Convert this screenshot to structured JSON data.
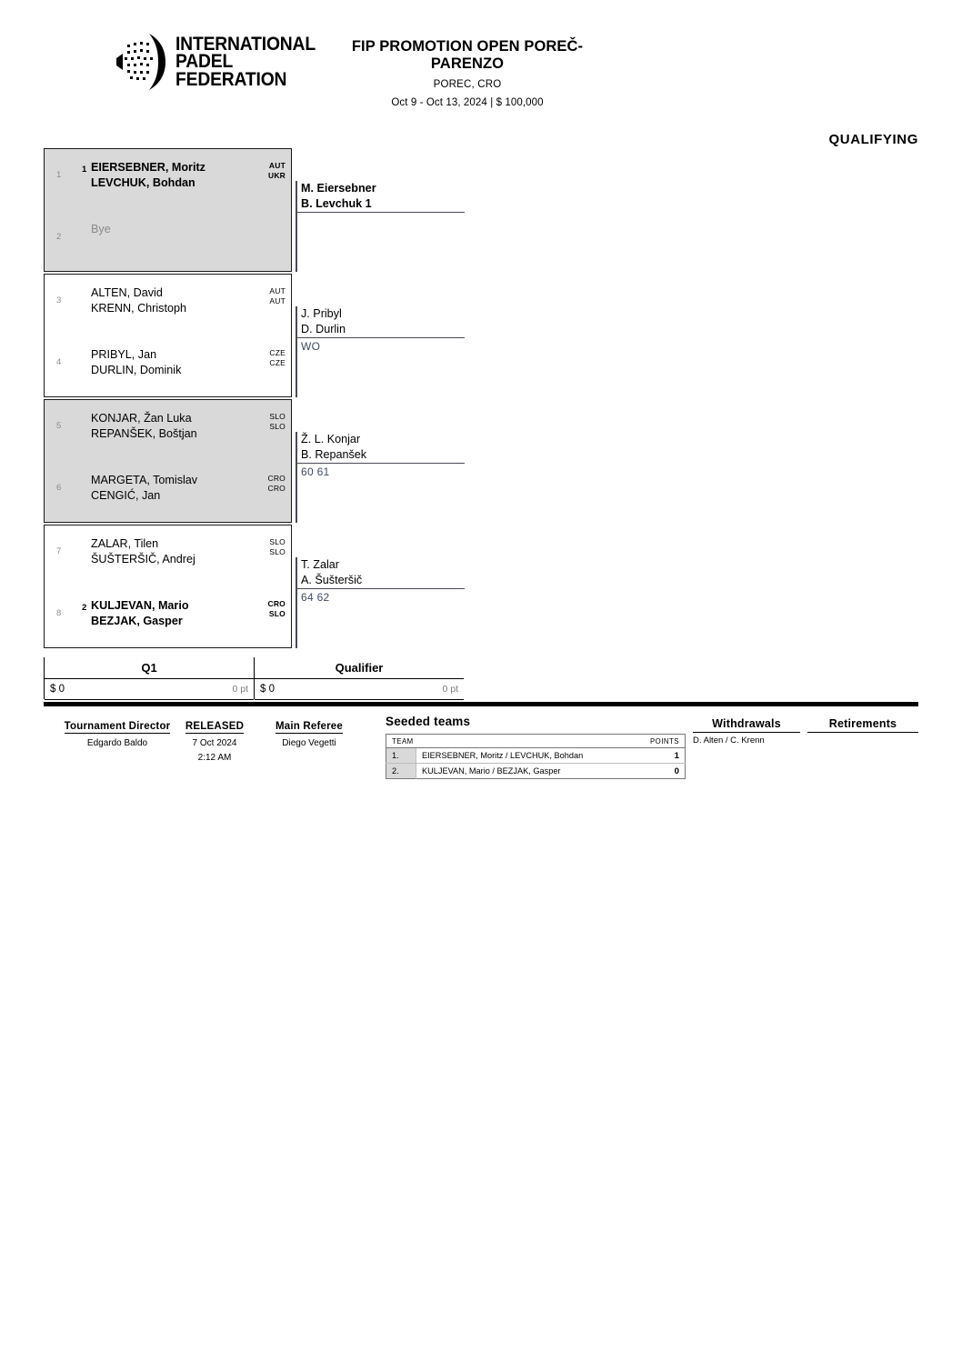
{
  "header": {
    "logo_line1": "INTERNATIONAL",
    "logo_line2": "PADEL",
    "logo_line3": "FEDERATION",
    "title": "FIP PROMOTION OPEN POREČ-PARENZO",
    "location": "POREC, CRO",
    "dates": "Oct 9 - Oct 13, 2024  |  $ 100,000",
    "section_label": "QUALIFYING"
  },
  "draw": {
    "groups": [
      {
        "shaded": true,
        "slots": [
          {
            "num": "1",
            "seed": "1",
            "bold": true,
            "bye": false,
            "player1": "EIERSEBNER, Moritz",
            "player2": "LEVCHUK, Bohdan",
            "country1": "AUT",
            "country2": "UKR"
          },
          {
            "num": "2",
            "seed": "",
            "bold": false,
            "bye": true,
            "player1": "Bye",
            "player2": "",
            "country1": "",
            "country2": ""
          }
        ],
        "winner": {
          "bold": true,
          "name1": "M. Eiersebner",
          "name2": "B. Levchuk  1",
          "score": ""
        }
      },
      {
        "shaded": false,
        "slots": [
          {
            "num": "3",
            "seed": "",
            "bold": false,
            "bye": false,
            "player1": "ALTEN, David",
            "player2": "KRENN, Christoph",
            "country1": "AUT",
            "country2": "AUT"
          },
          {
            "num": "4",
            "seed": "",
            "bold": false,
            "bye": false,
            "player1": "PRIBYL, Jan",
            "player2": "DURLIN, Dominik",
            "country1": "CZE",
            "country2": "CZE"
          }
        ],
        "winner": {
          "bold": false,
          "name1": "J. Pribyl",
          "name2": "D. Durlin",
          "score": "WO"
        }
      },
      {
        "shaded": true,
        "slots": [
          {
            "num": "5",
            "seed": "",
            "bold": false,
            "bye": false,
            "player1": "KONJAR, Žan Luka",
            "player2": "REPANŠEK, Boštjan",
            "country1": "SLO",
            "country2": "SLO"
          },
          {
            "num": "6",
            "seed": "",
            "bold": false,
            "bye": false,
            "player1": "MARGETA, Tomislav",
            "player2": "CENGIĆ, Jan",
            "country1": "CRO",
            "country2": "CRO"
          }
        ],
        "winner": {
          "bold": false,
          "name1": "Ž. L. Konjar",
          "name2": "B. Repanšek",
          "score": "60 61"
        }
      },
      {
        "shaded": false,
        "slots": [
          {
            "num": "7",
            "seed": "",
            "bold": false,
            "bye": false,
            "player1": "ZALAR, Tilen",
            "player2": "ŠUŠTERŠIČ, Andrej",
            "country1": "SLO",
            "country2": "SLO"
          },
          {
            "num": "8",
            "seed": "2",
            "bold": true,
            "bye": false,
            "player1": "KULJEVAN, Mario",
            "player2": "BEZJAK, Gasper",
            "country1": "CRO",
            "country2": "SLO"
          }
        ],
        "winner": {
          "bold": false,
          "name1": "T. Zalar",
          "name2": "A. Šušteršič",
          "score": "64 62"
        }
      }
    ]
  },
  "prize": {
    "columns": [
      {
        "round": "Q1",
        "money": "$ 0",
        "points": "0 pt"
      },
      {
        "round": "Qualifier",
        "money": "$ 0",
        "points": "0 pt"
      }
    ]
  },
  "footer": {
    "tournament_director_label": "Tournament Director",
    "tournament_director_name": "Edgardo Baldo",
    "released_label": "RELEASED",
    "released_date": "7 Oct 2024",
    "released_time": "2:12 AM",
    "main_referee_label": "Main Referee",
    "main_referee_name": "Diego Vegetti",
    "seeded_title": "Seeded teams",
    "seeded_col_team": "TEAM",
    "seeded_col_points": "POINTS",
    "seeded_rows": [
      {
        "rank": "1.",
        "team": "EIERSEBNER, Moritz / LEVCHUK, Bohdan",
        "points": "1"
      },
      {
        "rank": "2.",
        "team": "KULJEVAN, Mario / BEZJAK, Gasper",
        "points": "0"
      }
    ],
    "withdrawals_label": "Withdrawals",
    "withdrawals_value": "D. Alten / C. Krenn",
    "retirements_label": "Retirements",
    "retirements_value": ""
  }
}
